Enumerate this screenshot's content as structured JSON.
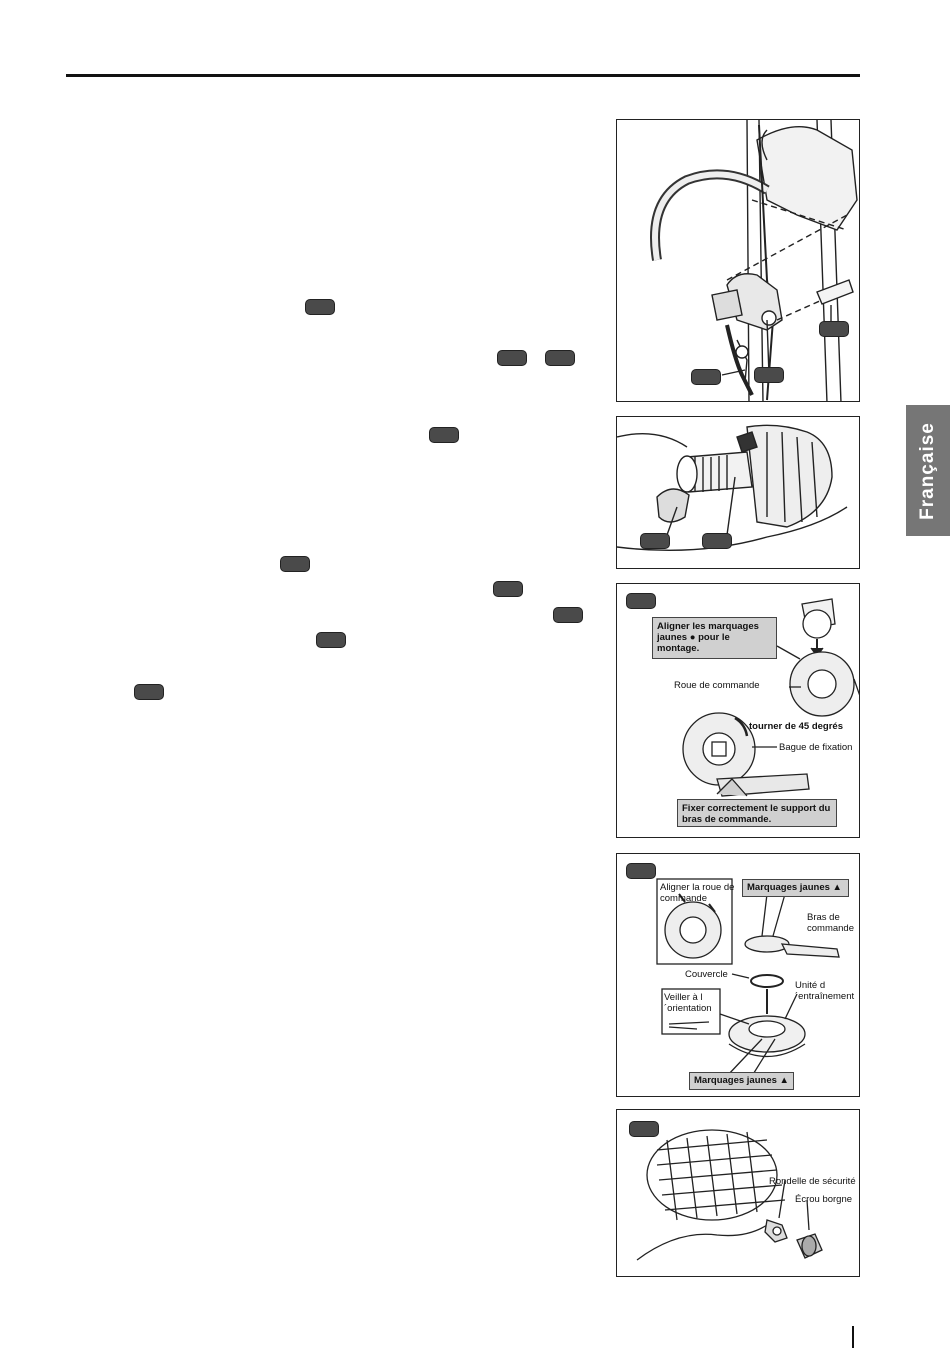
{
  "sidebar": {
    "language_tab": "Française"
  },
  "fig3": {
    "callout_align": "Aligner les marquages jaunes ● pour le montage.",
    "label_wheel": "Roue de commande",
    "label_rotate": "tourner de 45 degrés",
    "label_ring": "Bague de fixation",
    "callout_fix": "Fixer correctement le support du bras de commande."
  },
  "fig4": {
    "label_align_wheel": "Aligner la roue de commande",
    "callout_marks_top": "Marquages jaunes ▲",
    "label_arm": "Bras de commande",
    "label_cover": "Couvercle",
    "label_drive_unit": "Unité d´entraînement",
    "label_orientation": "Veiller à l´orientation",
    "callout_marks_bottom": "Marquages jaunes ▲"
  },
  "fig5": {
    "label_washer": "Rondelle de sécurité",
    "label_nut": "Écrou borgne"
  },
  "colors": {
    "badge": "#4a4a4a",
    "tab": "#767676",
    "callout": "#d0d0d0"
  }
}
